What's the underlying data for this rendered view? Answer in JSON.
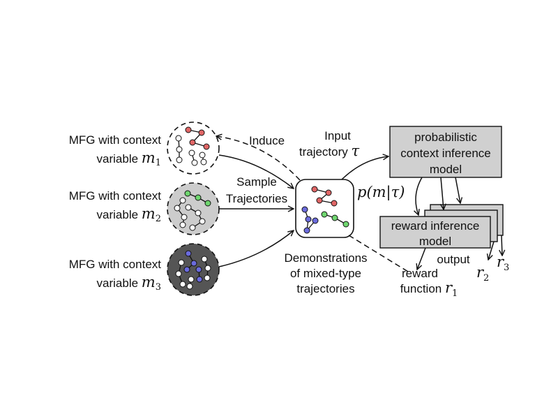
{
  "contexts": [
    {
      "label_line1": "MFG with context",
      "label_line2": "variable",
      "var": "m",
      "sub": "1",
      "fill": "#ffffff"
    },
    {
      "label_line1": "MFG with context",
      "label_line2": "variable",
      "var": "m",
      "sub": "2",
      "fill": "#cccccc"
    },
    {
      "label_line1": "MFG with context",
      "label_line2": "variable",
      "var": "m",
      "sub": "3",
      "fill": "#555555"
    }
  ],
  "edges": {
    "induce": "Induce",
    "sample_line1": "Sample",
    "sample_line2": "Trajectories",
    "input_line1": "Input",
    "input_line2": "trajectory",
    "input_var": "τ",
    "posterior": "p(m|τ)",
    "output": "output",
    "reward_line1": "reward",
    "reward_line2": "function",
    "reward_var": "r",
    "reward_sub": "1"
  },
  "demonstrations": {
    "line1": "Demonstrations",
    "line2": "of mixed-type",
    "line3": "trajectories"
  },
  "context_model": {
    "line1": "probabilistic",
    "line2": "context inference",
    "line3": "model"
  },
  "reward_model": {
    "line1": "reward inference",
    "line2": "model"
  },
  "outputs": [
    {
      "var": "r",
      "sub": "2"
    },
    {
      "var": "r",
      "sub": "3"
    }
  ],
  "colors": {
    "red": "#e06666",
    "green": "#6fd66f",
    "blue": "#6b6bdd",
    "box_fill": "#d0d0d0"
  }
}
